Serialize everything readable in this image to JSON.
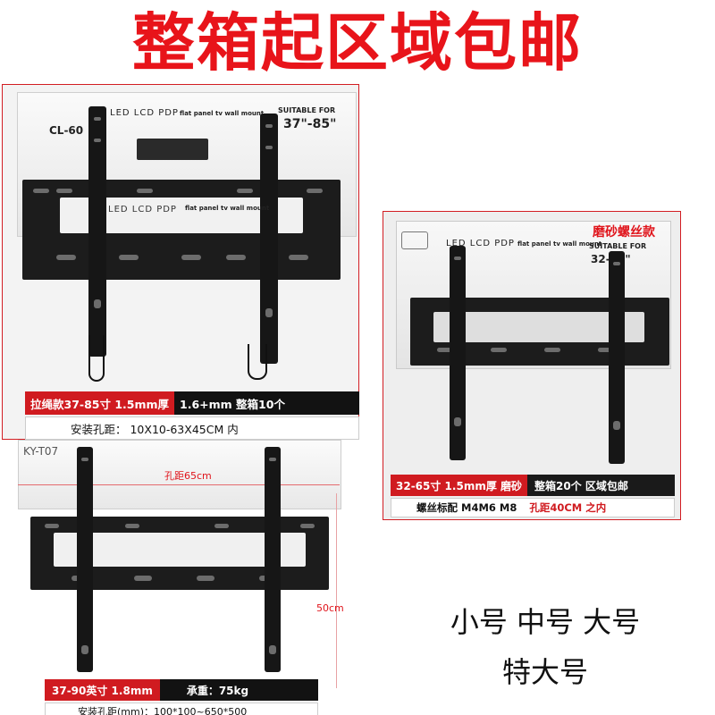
{
  "headline": "整箱起区域包邮",
  "panel1": {
    "model": "CL-60",
    "box_led": "LED LCD PDP",
    "box_flat": "flat panel tv wall mount",
    "box_suitable": "SUITABLE FOR",
    "box_size": "37\"-85\"",
    "box_led_2": "LED LCD PDP",
    "box_flat_2": "flat panel tv wall mount",
    "spec_red": "拉绳款37-85寸 1.5mm厚",
    "spec_dark": "1.6+mm 整箱10个",
    "hole_spec": "安装孔距： 10X10-63X45CM 内"
  },
  "panel2": {
    "tag": "磨砂螺丝款",
    "box_led": "LED LCD PDP",
    "box_flat": "flat panel tv wall mount",
    "box_suitable": "SUITABLE FOR",
    "box_size": "32-65\"",
    "spec_red": "32-65寸 1.5mm厚 磨砂",
    "spec_dark": "整箱20个 区域包邮",
    "screw_spec": "螺丝标配  M4M6  M8",
    "hole_spec": "孔距40CM 之内"
  },
  "panel3": {
    "model": "KY-T07",
    "dim_width": "孔距65cm",
    "dim_height": "50cm",
    "spec_red": "37-90英寸 1.8mm",
    "spec_dark": "承重：75kg",
    "hole_spec": "安装孔距(mm)：100*100~650*500"
  },
  "sizes": {
    "line1": "小号 中号 大号",
    "line2": "特大号"
  }
}
